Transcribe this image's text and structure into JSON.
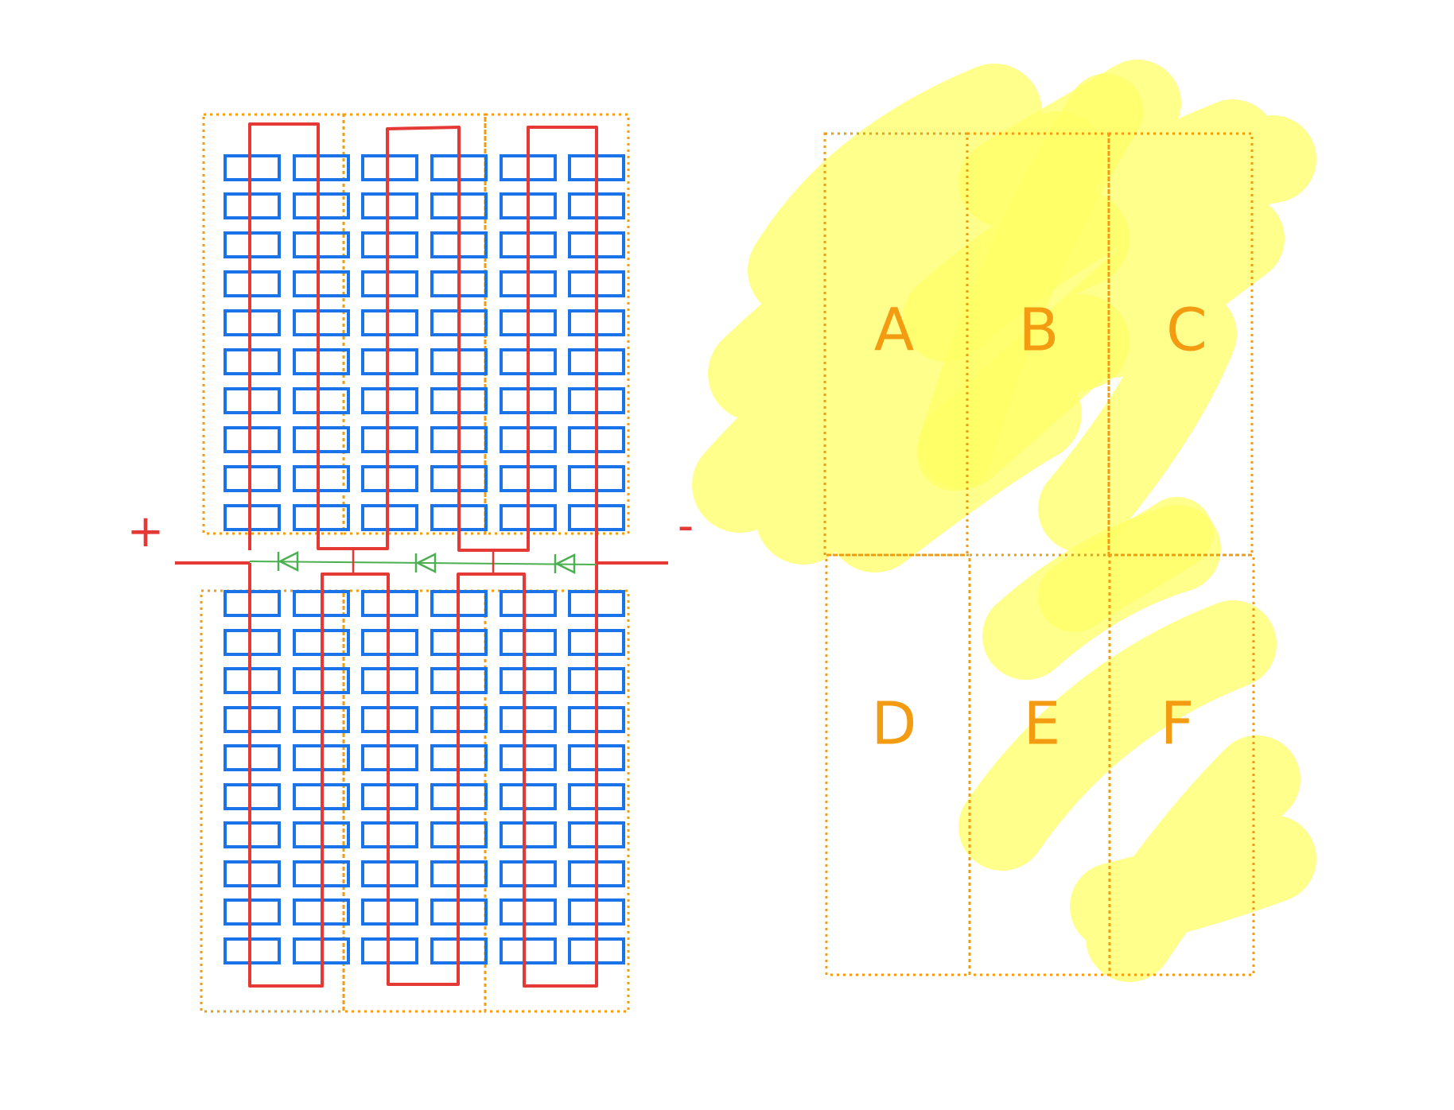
{
  "colors": {
    "background": "#ffffff",
    "cell": "#1a73e8",
    "string_wire": "#e53935",
    "bypass_diode": "#4caf50",
    "zone_outline": "#f39c12",
    "shade": "#ffff66"
  },
  "panel": {
    "terminal_positive": "+",
    "terminal_negative": "-",
    "rows_per_half": 10,
    "columns": 6,
    "bypass_diodes": 3
  },
  "zones": {
    "labels": [
      "A",
      "B",
      "C",
      "D",
      "E",
      "F"
    ],
    "shaded": [
      "A",
      "B",
      "C",
      "E",
      "F"
    ]
  }
}
